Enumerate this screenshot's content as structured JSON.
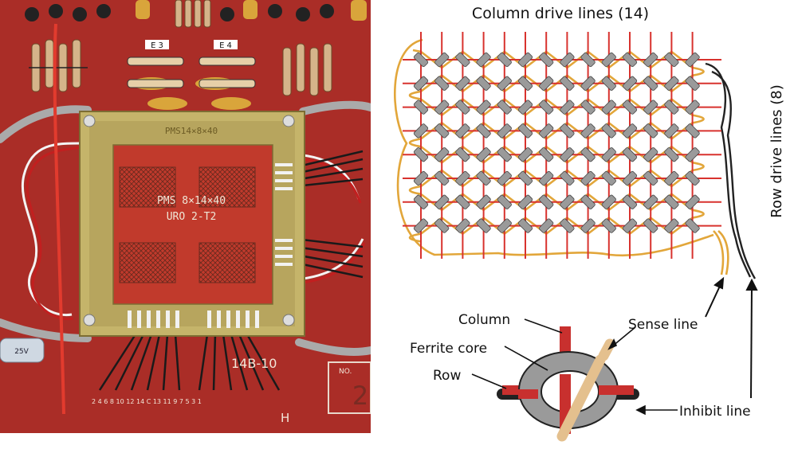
{
  "photo": {
    "board_marking_top": "PMS14×8×40",
    "plane_marking_line1": "PMS 8×14×40",
    "plane_marking_line2": "URO 2-T2",
    "label_e3": "E 3",
    "label_e4": "E 4",
    "board_id": "14B-10",
    "box_label": "NO.",
    "box_number": "2",
    "corner_letter": "H",
    "connector_numbers": "2 4 6 8 10 12 14 C 13 11 9 7 5 3 1",
    "capacitor_text": "25V"
  },
  "diagram": {
    "title": "Column drive lines (14)",
    "row_label": "Row drive lines (8)",
    "columns": 14,
    "rows": 8,
    "callouts": {
      "column": "Column",
      "ferrite_core": "Ferrite core",
      "row": "Row",
      "sense_line": "Sense line",
      "inhibit_line": "Inhibit line"
    },
    "colors": {
      "drive_line": "#d8322e",
      "sense_line": "#e2a63a",
      "core": "#9a9a9a",
      "inhibit_line": "#222222",
      "board": "#b5302a"
    }
  }
}
